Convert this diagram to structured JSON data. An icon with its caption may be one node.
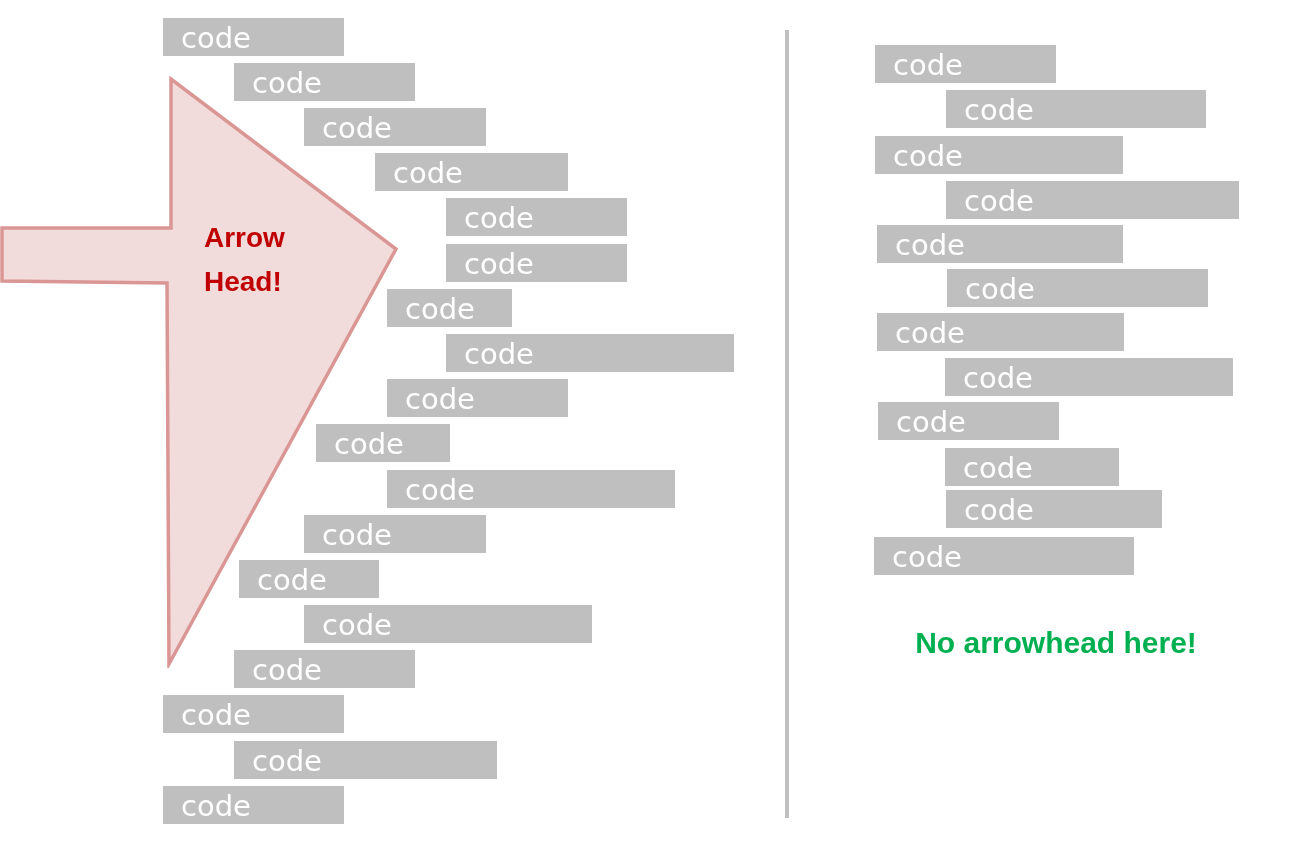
{
  "diagram": {
    "nodes": [
      {
        "text": [
          "Arrow Head!"
        ]
      },
      {
        "text": [
          "code"
        ]
      },
      {
        "text": [
          "code"
        ]
      },
      {
        "text": [
          "code"
        ]
      },
      {
        "text": [
          "code"
        ]
      },
      {
        "text": [
          "code"
        ]
      },
      {
        "text": [
          "code"
        ]
      },
      {
        "text": [
          "code"
        ]
      },
      {
        "text": [
          "code"
        ]
      },
      {
        "text": [
          "code"
        ]
      },
      {
        "text": [
          "code"
        ]
      },
      {
        "text": [
          "code"
        ]
      },
      {
        "text": [
          "code"
        ]
      },
      {
        "text": [
          "code"
        ]
      },
      {
        "text": [
          "code"
        ]
      },
      {
        "text": [
          "code"
        ]
      },
      {
        "text": [
          "code"
        ]
      },
      {
        "text": [
          "code"
        ]
      },
      {
        "text": [
          "code"
        ]
      },
      {
        "text": [
          "code"
        ]
      },
      {
        "text": [
          "code"
        ]
      },
      {
        "text": [
          "code"
        ]
      },
      {
        "text": [
          "code"
        ]
      },
      {
        "text": [
          "code"
        ]
      },
      {
        "text": [
          "code"
        ]
      },
      {
        "text": [
          "code"
        ]
      },
      {
        "text": [
          "code"
        ]
      },
      {
        "text": [
          "code"
        ]
      },
      {
        "text": [
          "code"
        ]
      },
      {
        "text": [
          "code"
        ]
      },
      {
        "text": [
          "code"
        ]
      }
    ],
    "labels": [
      "No arrowhead here!"
    ]
  }
}
